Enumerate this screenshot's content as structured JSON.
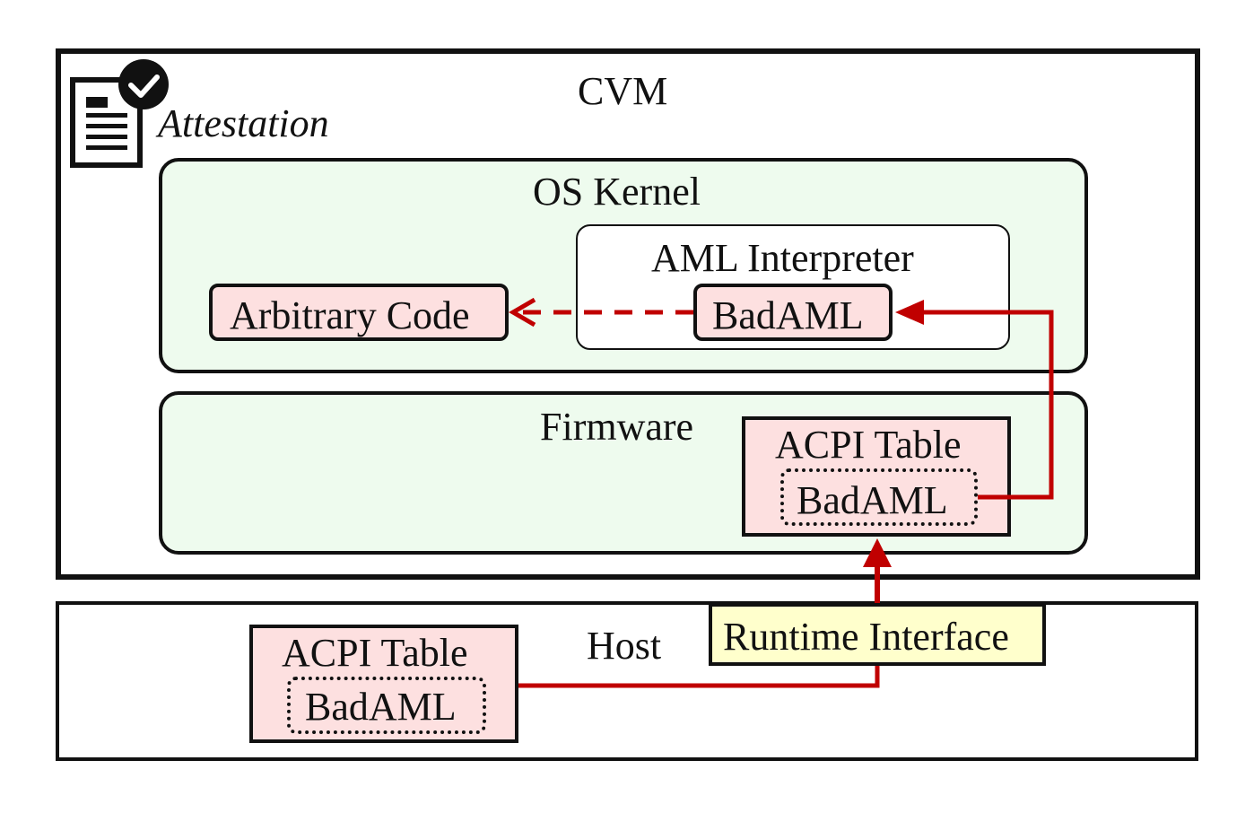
{
  "cvm": {
    "label": "CVM"
  },
  "attestation": {
    "label": "Attestation",
    "icon": "document-check-icon"
  },
  "os_kernel": {
    "label": "OS Kernel",
    "aml_interpreter": {
      "label": "AML Interpreter",
      "payload": "BadAML"
    },
    "arbitrary_code": "Arbitrary Code"
  },
  "firmware": {
    "label": "Firmware",
    "acpi_table": {
      "label": "ACPI Table",
      "payload": "BadAML"
    }
  },
  "host": {
    "label": "Host",
    "acpi_table": {
      "label": "ACPI Table",
      "payload": "BadAML"
    },
    "runtime_interface": "Runtime Interface"
  },
  "colors": {
    "arrow": "#c00000",
    "layer_fill": "#eefbee",
    "payload_fill": "#fde0e0",
    "interface_fill": "#ffffcc"
  }
}
